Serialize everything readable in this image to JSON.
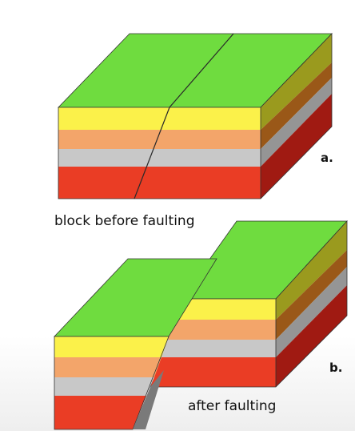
{
  "figure": {
    "panel_a": {
      "letter": "a.",
      "caption": "block before faulting"
    },
    "panel_b": {
      "letter": "b.",
      "caption": "after faulting"
    }
  },
  "colors": {
    "top_surface": "#6fdc3f",
    "yellow_layer": "#fbf14a",
    "orange_layer": "#f3a56a",
    "gray_layer": "#c8c8c8",
    "red_layer": "#ea3d25",
    "side_olive": "#9a9a1e",
    "side_brown": "#9a5818",
    "side_gray": "#959595",
    "side_darkred": "#a01a12",
    "fault_line": "#2a2a2a"
  }
}
